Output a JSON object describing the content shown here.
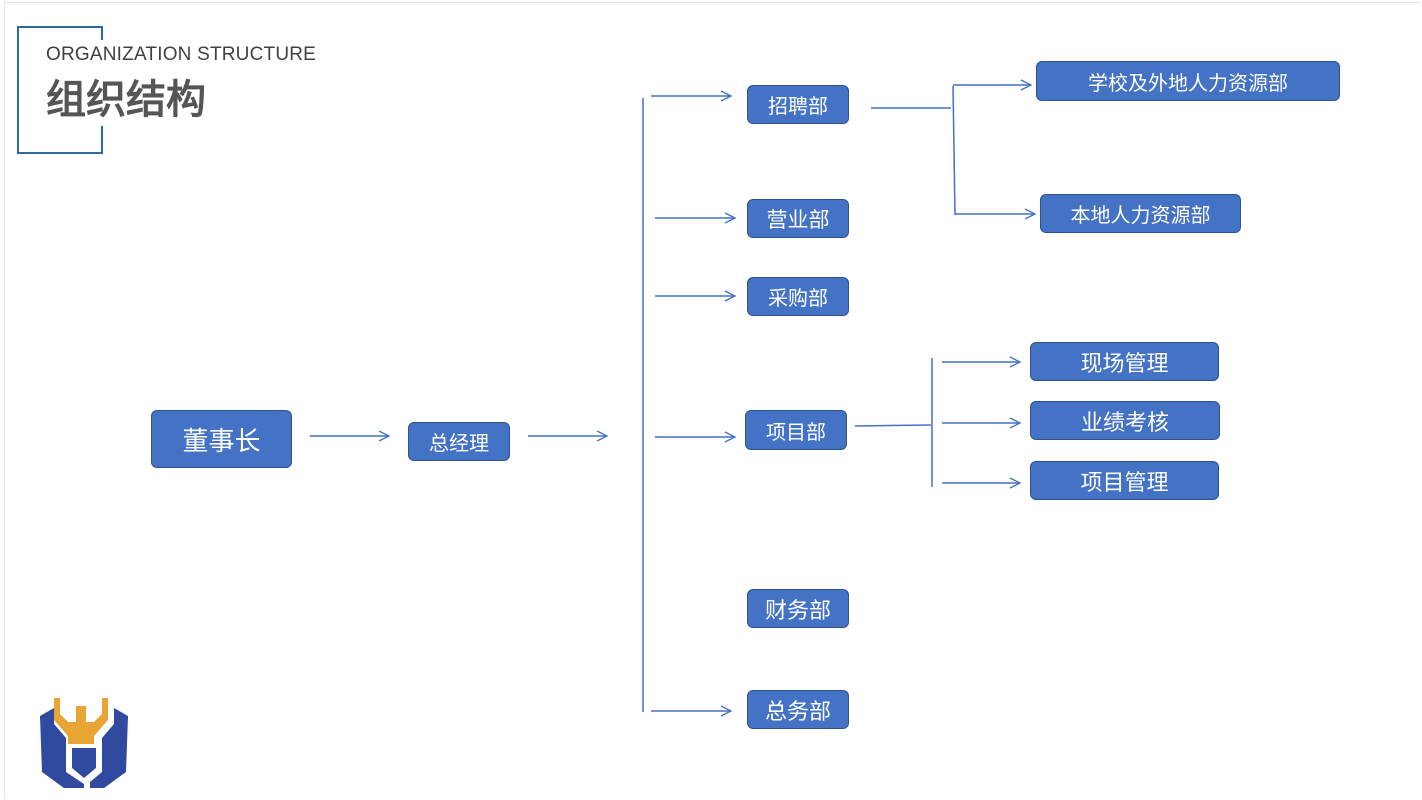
{
  "header": {
    "subtitle": "ORGANIZATION STRUCTURE",
    "title": "组织结构"
  },
  "chart": {
    "root": "董事长",
    "gm": "总经理",
    "departments": {
      "recruit": "招聘部",
      "sales": "营业部",
      "purchase": "采购部",
      "project": "项目部",
      "finance": "财务部",
      "general": "总务部"
    },
    "recruit_children": [
      "学校及外地人力资源部",
      "本地人力资源部"
    ],
    "project_children": [
      "现场管理",
      "业绩考核",
      "项目管理"
    ]
  },
  "colors": {
    "node_fill": "#4472c4",
    "node_border": "#2f528f",
    "connector": "#4472c4",
    "frame": "#2e6aa3",
    "logo_blue": "#2f4a9e",
    "logo_gold": "#e8a534"
  },
  "logo": {
    "icon": "wrench-shield-logo"
  }
}
